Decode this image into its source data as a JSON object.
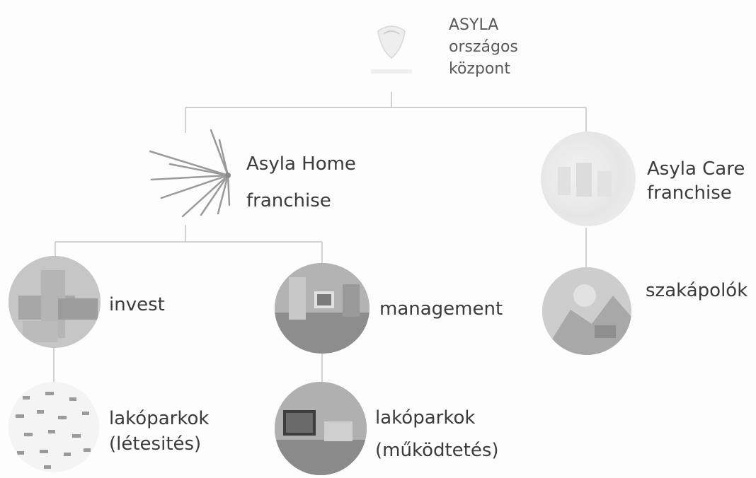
{
  "diagram": {
    "root": {
      "label": "ASYLA\nországos\nközpont"
    },
    "home": {
      "label": "Asyla Home\nfranchise"
    },
    "care": {
      "label": "Asyla Care\nfranchise"
    },
    "invest": {
      "label": "invest"
    },
    "management": {
      "label": "management"
    },
    "szakapolok": {
      "label": "szakápolók"
    },
    "lakoparkok_letesites": {
      "label": "lakóparkok\n(létesités)"
    },
    "lakoparkok_mukodtetes": {
      "label": "lakóparkok\n(működtetés)"
    }
  },
  "colors": {
    "line": "#bdbdbd",
    "text": "#3b3b3b"
  }
}
